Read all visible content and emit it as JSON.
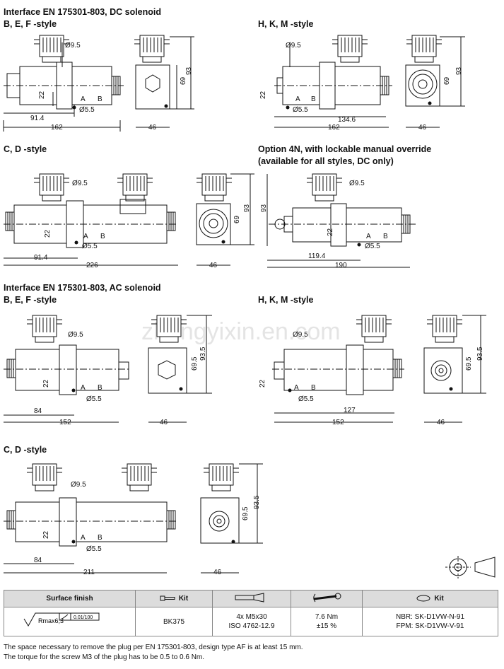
{
  "headings": {
    "dc_title": "Interface EN 175301-803, DC solenoid",
    "dc_bef": "B, E, F -style",
    "dc_hkm": "H, K, M -style",
    "dc_cd": "C, D -style",
    "opt4n_1": "Option 4N, with lockable manual override",
    "opt4n_2": "(available for all styles, DC only)",
    "ac_title": "Interface EN 175301-803, AC solenoid",
    "ac_bef": "B, E, F -style",
    "ac_hkm": "H, K, M -style",
    "ac_cd": "C, D -style"
  },
  "dims": {
    "d1": {
      "phi": "Ø9.5",
      "h93": "93",
      "h69": "69",
      "h22": "22",
      "a": "A",
      "b": "B",
      "phi55": "Ø5.5",
      "x914": "91.4",
      "x162": "162",
      "w46": "46"
    },
    "d2": {
      "phi": "Ø9.5",
      "h93": "93",
      "h69": "69",
      "h22": "22",
      "a": "A",
      "b": "B",
      "phi55": "Ø5.5",
      "x1346": "134.6",
      "x162": "162",
      "w46": "46"
    },
    "d3": {
      "phi": "Ø9.5",
      "h93": "93",
      "h69": "69",
      "h22": "22",
      "a": "A",
      "b": "B",
      "phi55": "Ø5.5",
      "x914": "91.4",
      "x226": "226",
      "w46": "46"
    },
    "d4": {
      "phi": "Ø9.5",
      "h93": "93",
      "h22": "22",
      "a": "A",
      "b": "B",
      "phi55": "Ø5.5",
      "x1194": "119.4",
      "x190": "190"
    },
    "a1": {
      "phi": "Ø9.5",
      "h935": "93.5",
      "h695": "69.5",
      "h22": "22",
      "a": "A",
      "b": "B",
      "phi55": "Ø5.5",
      "x84": "84",
      "x152": "152",
      "w46": "46"
    },
    "a2": {
      "phi": "Ø9.5",
      "h935": "93.5",
      "h695": "69.5",
      "h22": "22",
      "a": "A",
      "b": "B",
      "phi55": "Ø5.5",
      "x127": "127",
      "x152": "152",
      "w46": "46"
    },
    "a3": {
      "phi": "Ø9.5",
      "h935": "93.5",
      "h695": "69.5",
      "h22": "22",
      "a": "A",
      "b": "B",
      "phi55": "Ø5.5",
      "x84": "84",
      "x211": "211",
      "w46": "46"
    }
  },
  "watermark": "zhongyixin.en.com",
  "table": {
    "headers": [
      "Surface finish",
      "Kit",
      "",
      "",
      "Kit"
    ],
    "surface_finish": {
      "symbol": "Rmax6,3",
      "tolerance": "0.01/100"
    },
    "kit": "BK375",
    "screws": [
      "4x M5x30",
      "ISO 4762-12.9"
    ],
    "torque": [
      "7.6 Nm",
      "±15 %"
    ],
    "seal_kits": [
      "NBR: SK-D1VW-N-91",
      "FPM: SK-D1VW-V-91"
    ]
  },
  "footnotes": [
    "The space necessary to remove the plug per EN 175301-803, design type AF is at least 15 mm.",
    "The torque for the screw M3 of the plug has to be 0.5 to 0.6 Nm."
  ]
}
